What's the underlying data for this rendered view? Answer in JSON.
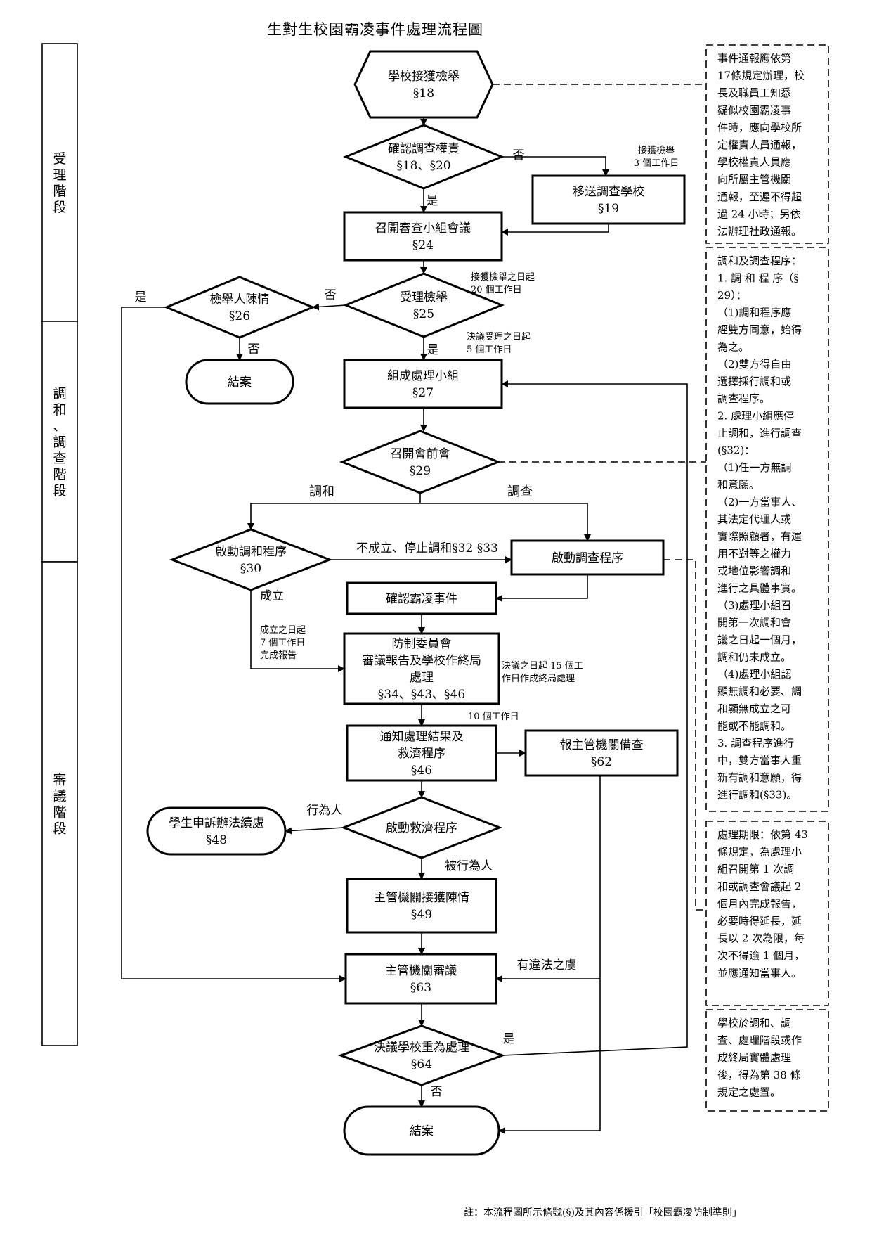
{
  "title": "生對生校園霸凌事件處理流程圖",
  "stages": [
    "受理階段",
    "調和、調查階段",
    "審議階段"
  ],
  "nodes": {
    "report": [
      "學校接獲檢舉",
      "§18"
    ],
    "confirm_authority": [
      "確認調查權責",
      "§18、§20"
    ],
    "transfer": [
      "移送調查學校",
      "§19"
    ],
    "review_meeting": [
      "召開審查小組會議",
      "§24"
    ],
    "accept": [
      "受理檢舉",
      "§25"
    ],
    "appeal": [
      "檢舉人陳情",
      "§26"
    ],
    "close1": [
      "結案"
    ],
    "form_team": [
      "組成處理小組",
      "§27"
    ],
    "pre_meeting": [
      "召開會前會",
      "§29"
    ],
    "start_mediation": [
      "啟動調和程序",
      "§30"
    ],
    "start_investigation": [
      "啟動調查程序"
    ],
    "confirm_bullying": [
      "確認霸凌事件"
    ],
    "committee": [
      "防制委員會",
      "審議報告及學校作終局",
      "處理",
      "§34、§43、§46"
    ],
    "notify": [
      "通知處理結果及",
      "救濟程序",
      "§46"
    ],
    "report_authority": [
      "報主管機關備查",
      "§62"
    ],
    "student_appeal": [
      "學生申訴辦法續處",
      "§48"
    ],
    "start_relief": [
      "啟動救濟程序"
    ],
    "authority_receive": [
      "主管機關接獲陳情",
      "§49"
    ],
    "authority_review": [
      "主管機關審議",
      "§63"
    ],
    "re_handle": [
      "決議學校重為處理",
      "§64"
    ],
    "close2": [
      "結案"
    ]
  },
  "edge_labels": {
    "no1": "否",
    "yes1": "是",
    "no2": "否",
    "no3": "否",
    "yes2": "是",
    "yes3": "是",
    "mediation": "調和",
    "investigation": "調查",
    "fail_stop": "不成立、停止調和§32 §33",
    "established": "成立",
    "actor": "行為人",
    "victim": "被行為人",
    "illegal": "有違法之虞",
    "yes4": "是",
    "no4": "否"
  },
  "time_notes": {
    "three_days": [
      "接獲檢舉",
      "3 個工作日"
    ],
    "twenty_days": [
      "接獲檢舉之日起",
      "20 個工作日"
    ],
    "five_days": [
      "決議受理之日起",
      "5 個工作日"
    ],
    "seven_days": [
      "成立之日起",
      "7 個工作日",
      "完成報告"
    ],
    "fifteen_days": [
      "決議之日起 15 個工",
      "作日作成終局處理"
    ],
    "ten_days": "10 個工作日"
  },
  "side_notes": {
    "reporting": [
      "事件通報應依第",
      "17條規定辦理，校",
      "長及職員工知悉",
      "疑似校園霸凌事",
      "件時，應向學校所",
      "定權責人員通報，",
      "學校權責人員應",
      "向所屬主管機關",
      "通報，至遲不得超",
      "過 24 小時；另依",
      "法辦理社政通報。"
    ],
    "procedure": [
      "調和及調查程序：",
      "1. 調 和 程 序（§",
      "29）：",
      "（1)調和程序應",
      "經雙方同意，始得",
      "為之。",
      "（2)雙方得自由",
      "選擇採行調和或",
      "調查程序。",
      "2. 處理小組應停",
      "止調和，進行調查",
      "(§32)：",
      "（1)任一方無調",
      "和意願。",
      "（2)一方當事人、",
      "其法定代理人或",
      "實際照顧者，有運",
      "用不對等之權力",
      "或地位影響調和",
      "進行之具體事實。",
      "（3)處理小組召",
      "開第一次調和會",
      "議之日起一個月，",
      "調和仍未成立。",
      "（4)處理小組認",
      "顯無調和必要、調",
      "和顯無成立之可",
      "能或不能調和。",
      "3. 調查程序進行",
      "中，雙方當事人重",
      "新有調和意願，得",
      "進行調和(§33)。"
    ],
    "period": [
      "處理期限：依第 43",
      "條規定，為處理小",
      "組召開第 1 次調",
      "和或調查會議起 2",
      "個月內完成報告，",
      "必要時得延長，延",
      "長以 2 次為限，每",
      "次不得逾 1 個月，",
      "並應通知當事人。"
    ],
    "disposal": [
      "學校於調和、調",
      "查、處理階段或作",
      "成終局實體處理",
      "後，得為第 38 條",
      "規定之處置。"
    ]
  },
  "footnote": "註：本流程圖所示條號(§)及其內容係援引「校園霸凌防制準則」"
}
